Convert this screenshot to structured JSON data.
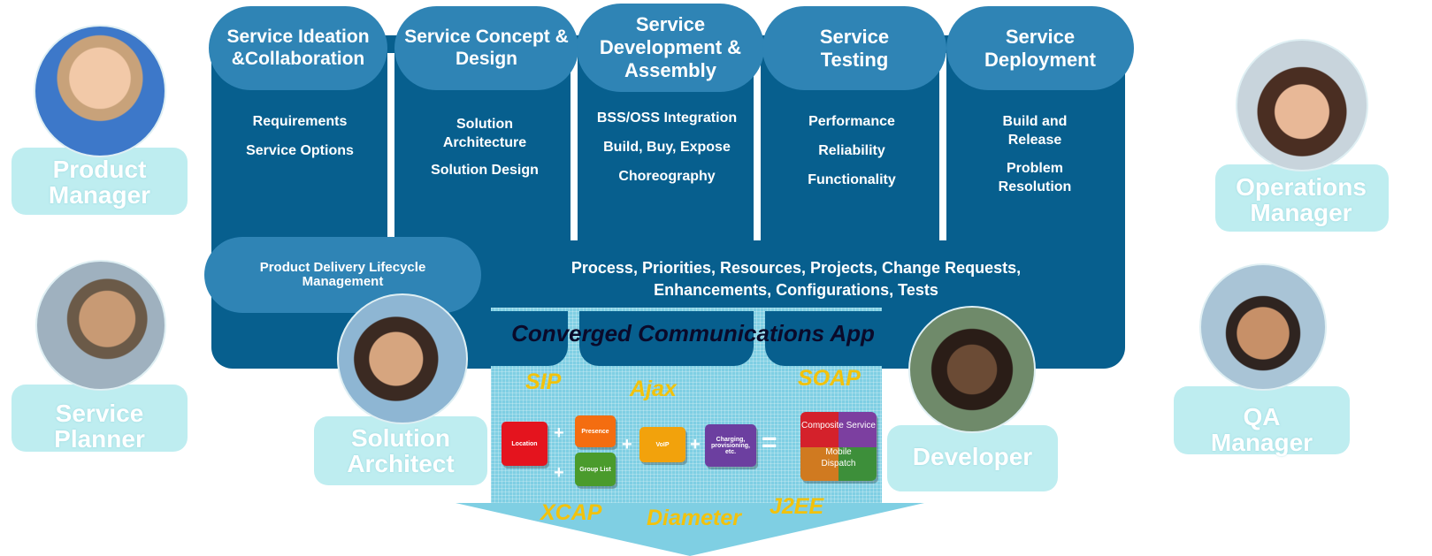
{
  "phases": [
    {
      "title": "Service Ideation &Collaboration",
      "items": [
        "Requirements",
        "Service Options"
      ]
    },
    {
      "title": "Service Concept & Design",
      "items": [
        "Solution Architecture",
        "Solution Design"
      ]
    },
    {
      "title": "Service Development & Assembly",
      "items": [
        "BSS/OSS Integration",
        "Build, Buy, Expose",
        "Choreography"
      ]
    },
    {
      "title": "Service Testing",
      "items": [
        "Performance",
        "Reliability",
        "Functionality"
      ]
    },
    {
      "title": "Service Deployment",
      "items": [
        "Build and Release",
        "Problem Resolution"
      ]
    }
  ],
  "lifecycle": {
    "label": "Product Delivery Lifecycle Management"
  },
  "process_text": "Process, Priorities, Resources, Projects, Change Requests, Enhancements, Configurations, Tests",
  "app": {
    "title": "Converged Communications App",
    "protocols": [
      "SIP",
      "Ajax",
      "SOAP",
      "XCAP",
      "Diameter",
      "J2EE"
    ],
    "blocks": [
      "Location",
      "Presence",
      "Group List",
      "VoIP",
      "Charging, provisioning, etc."
    ],
    "composite": [
      "Composite Service",
      "Mobile Dispatch"
    ]
  },
  "roles": [
    "Product Manager",
    "Service Planner",
    "Solution Architect",
    "Developer",
    "Operations Manager",
    "QA Manager"
  ],
  "colors": {
    "panel": "#075f8e",
    "pill": "#2f84b5",
    "app_area": "#7fcfe3",
    "protocol_text": "#f2c20c",
    "role_box": "#b7ebee"
  }
}
